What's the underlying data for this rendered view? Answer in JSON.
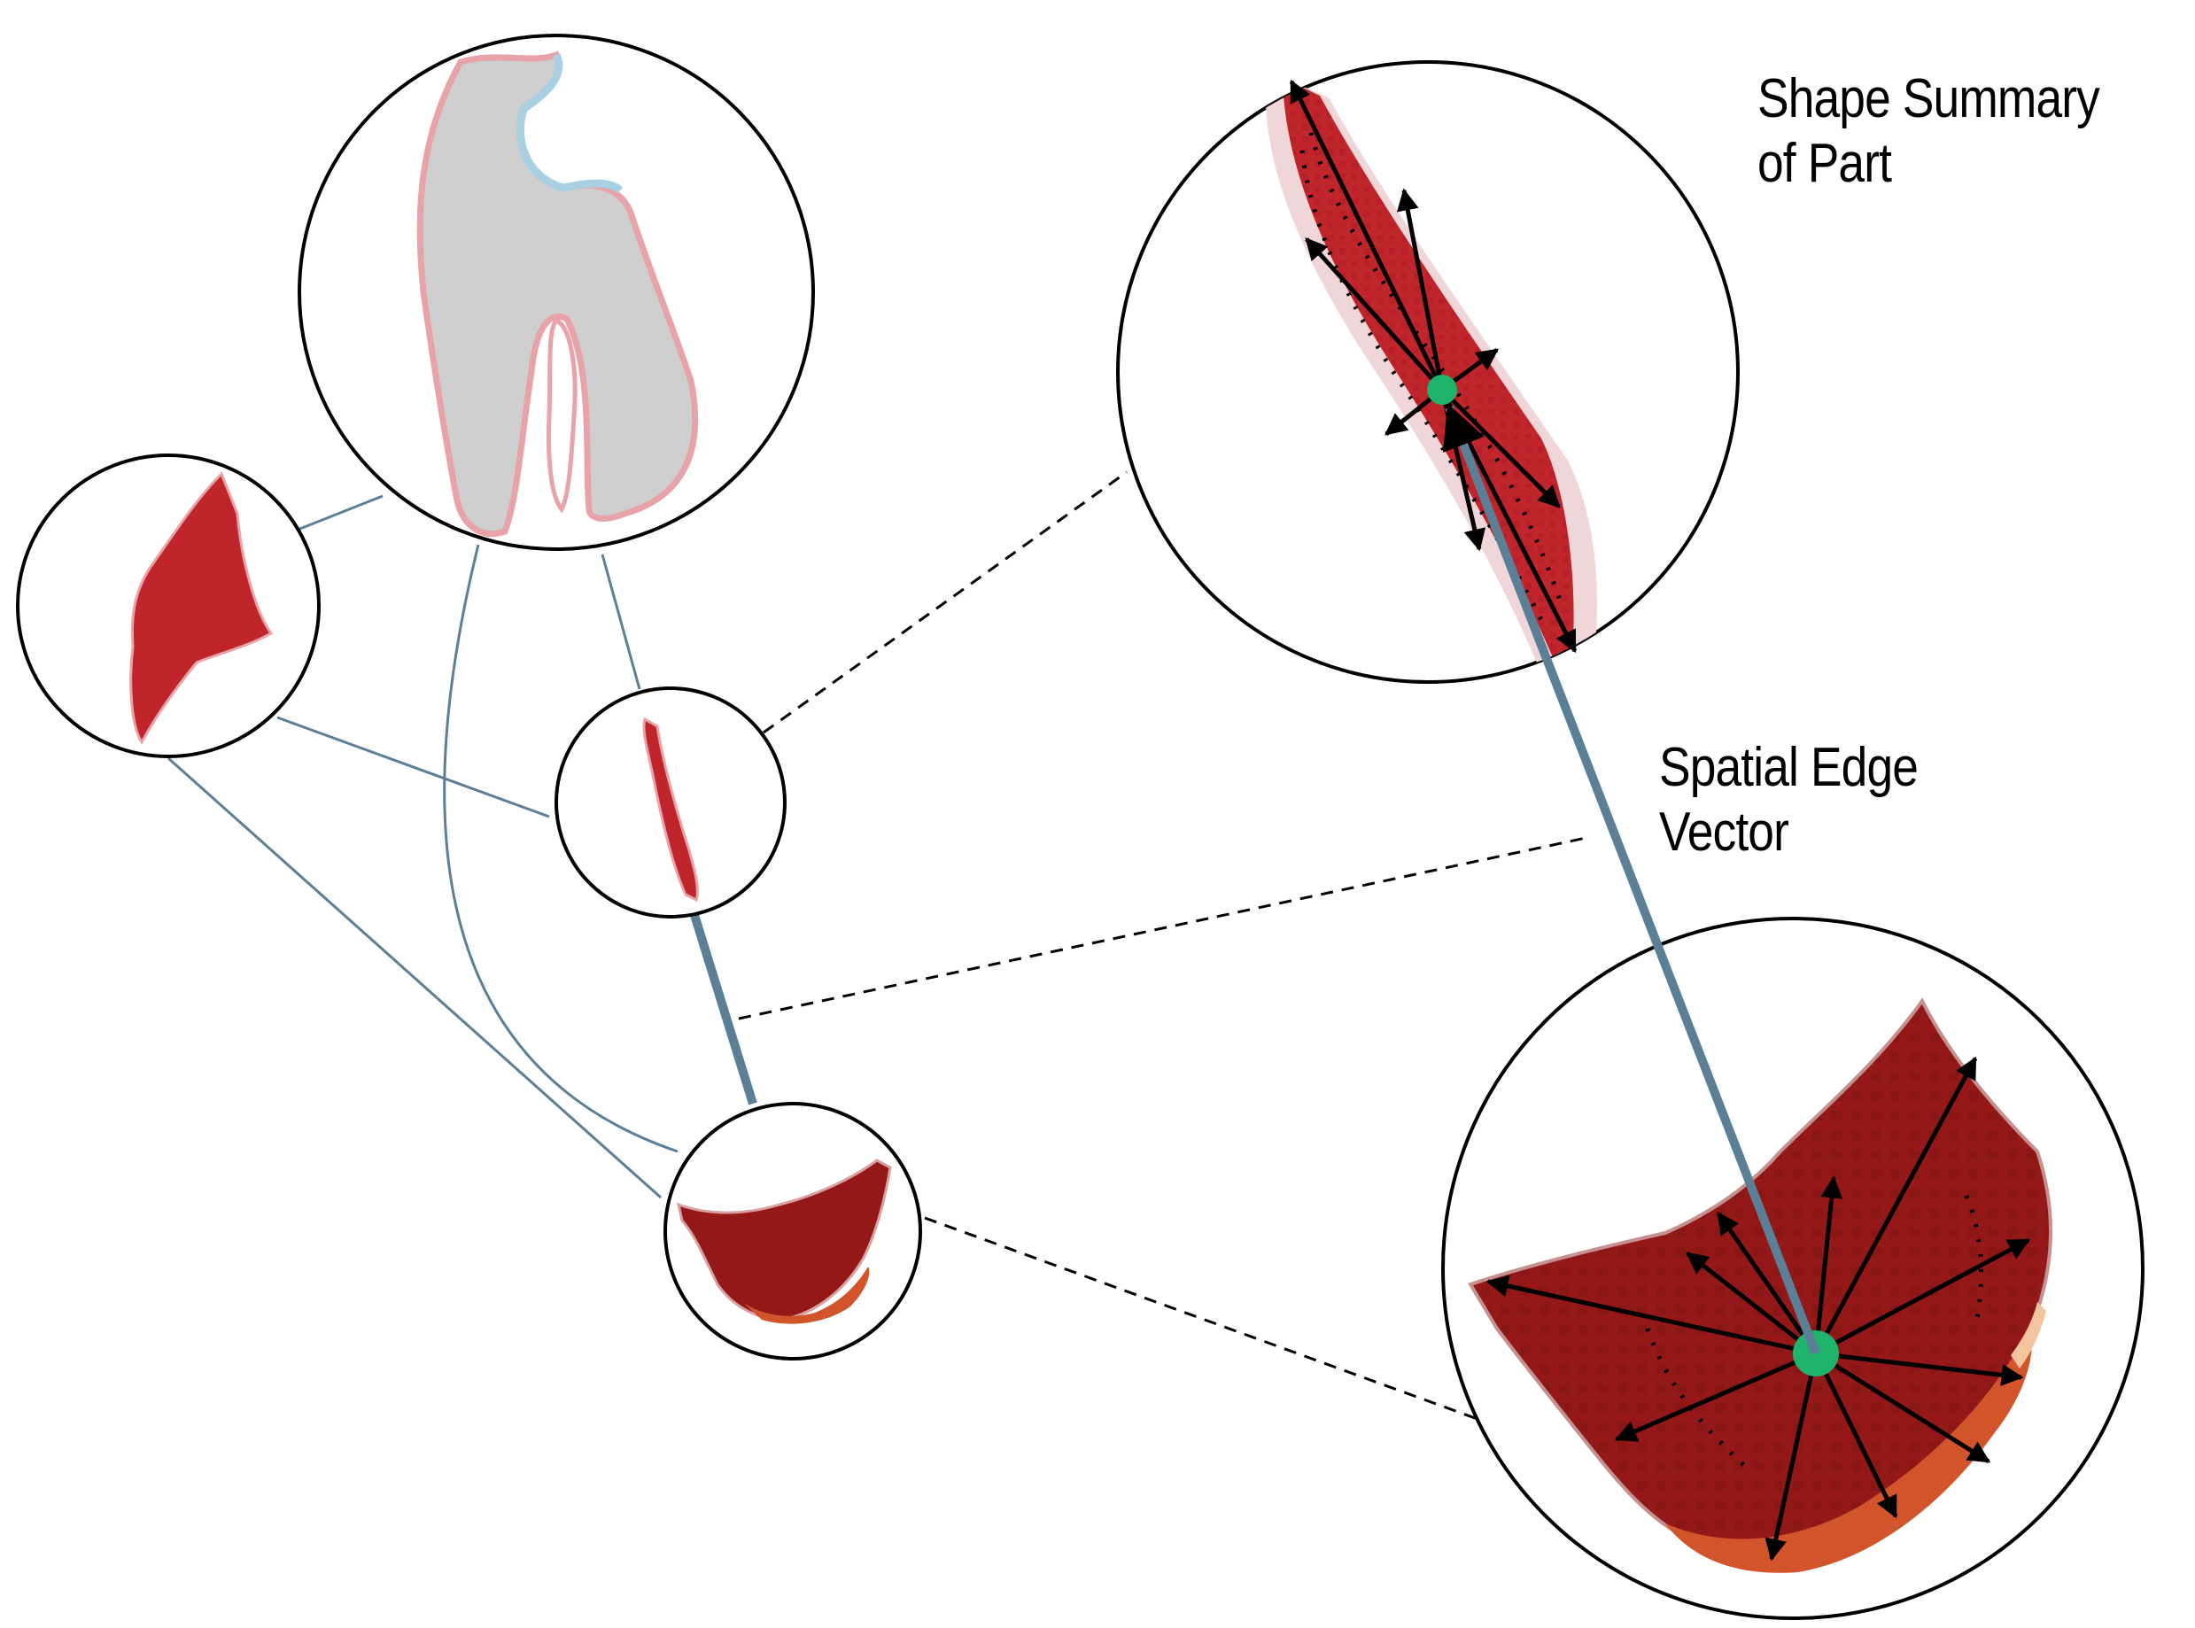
{
  "labels": {
    "shape_summary_line1": "Shape Summary",
    "shape_summary_line2": "of Part",
    "spatial_edge_line1": "Spatial Edge",
    "spatial_edge_line2": "Vector"
  },
  "colors": {
    "edge": "#5a7f96",
    "centroid": "#1fb36b",
    "part_red": "#c0252b",
    "part_dark_red": "#941818",
    "part_orange": "#d2542a",
    "part_gray": "#cfcfcf",
    "outline_blue": "#a9cfe3",
    "outline_pink": "#e7a3a7"
  },
  "icons": [
    "arrow-head-icon",
    "centroid-dot-icon"
  ]
}
